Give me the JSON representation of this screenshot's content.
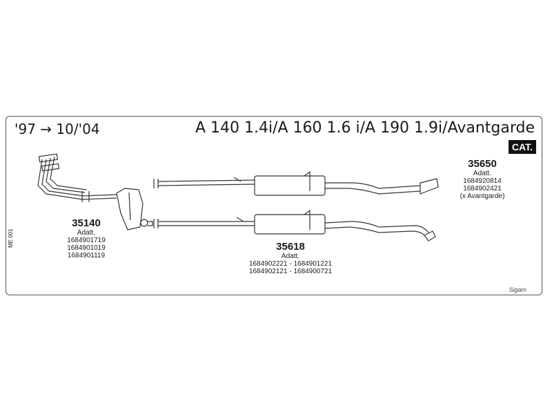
{
  "date_range": "'97 → 10/'04",
  "models": "A 140 1.4i/A 160 1.6 i/A 190 1.9i/Avantgarde",
  "cat_badge": "CAT.",
  "doc_code": "ME 001",
  "brand": "Sigam",
  "parts": [
    {
      "number": "35140",
      "adatt": "Adatt.",
      "refs": [
        "1684901719",
        "1684901019",
        "1684901119"
      ]
    },
    {
      "number": "35618",
      "adatt": "Adatt.",
      "refs": [
        "1684902221 - 1684901221",
        "1684902121 - 1684900721"
      ]
    },
    {
      "number": "35650",
      "adatt": "Adatt.",
      "refs": [
        "1684920814",
        "1684902421",
        "(x Avantgarde)"
      ]
    }
  ]
}
